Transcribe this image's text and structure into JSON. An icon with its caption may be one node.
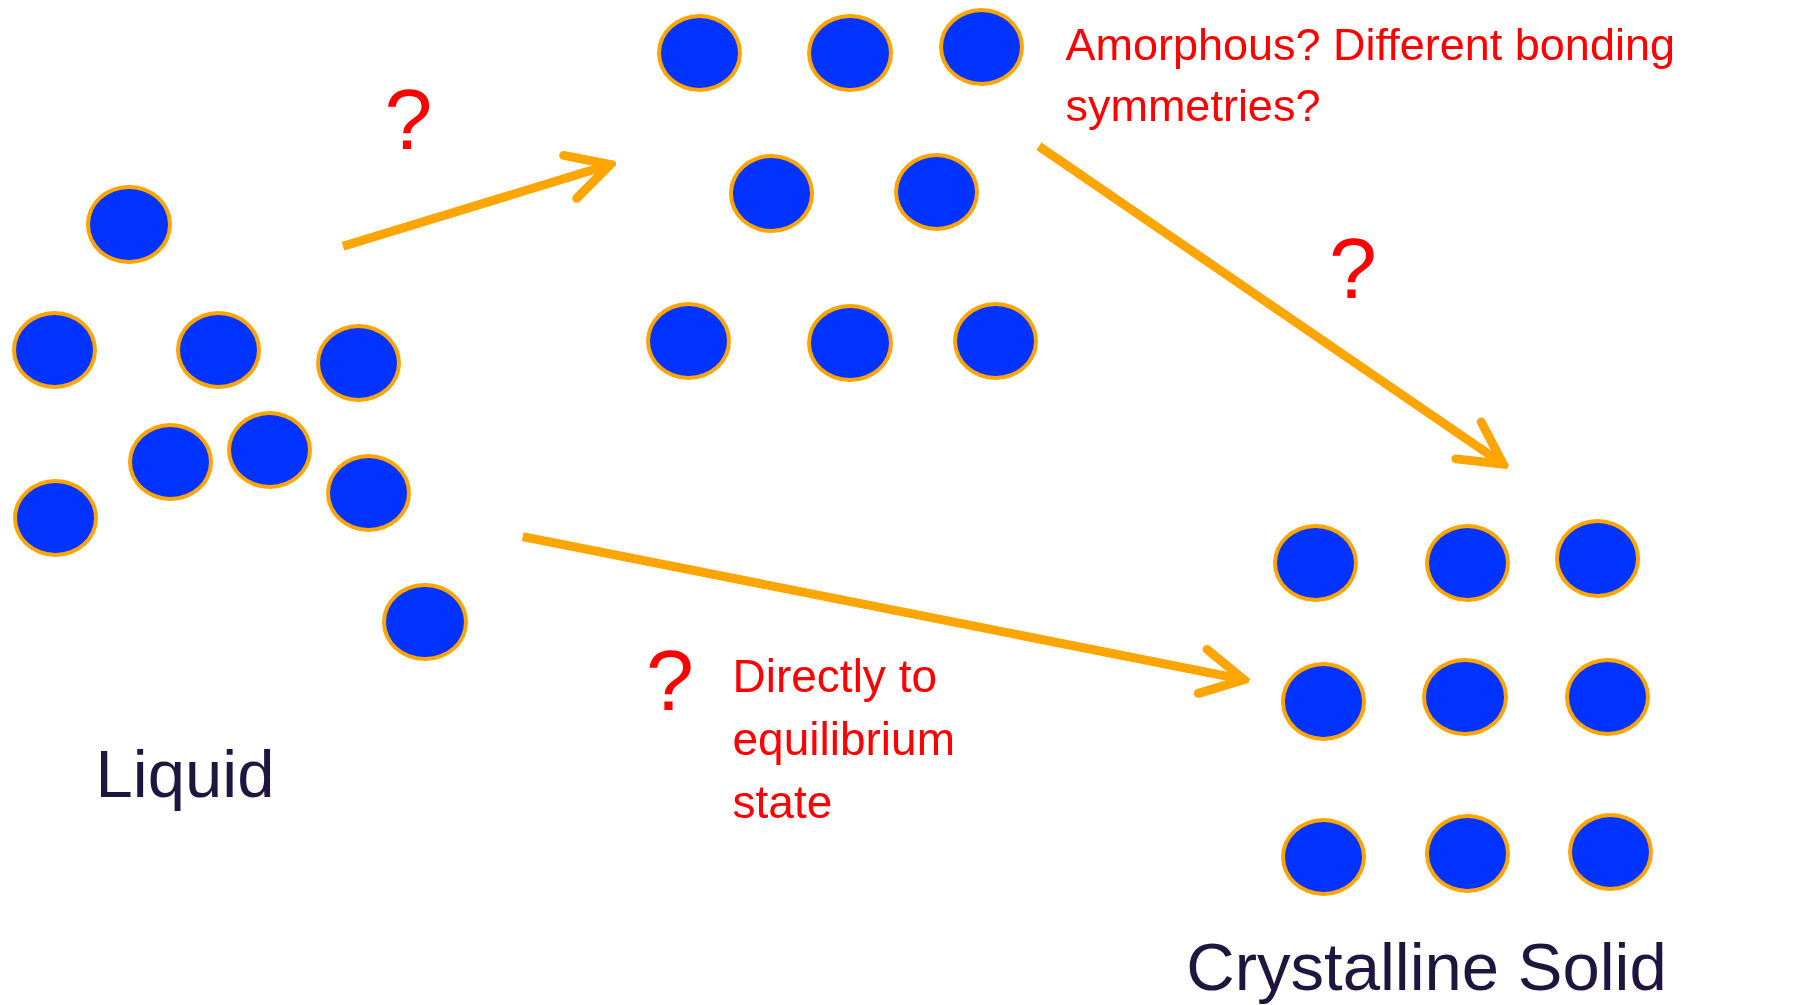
{
  "diagram": {
    "nodes": [
      {
        "text": [
          "Liquid"
        ]
      },
      {
        "text": [],
        "shape": "picture",
        "beside": [
          "Amorphous? Different bonding symmetries?"
        ]
      },
      {
        "text": [
          "Crystalline Solid"
        ]
      },
      {
        "text": [],
        "shape": "circle",
        "in": 0
      },
      {
        "text": [],
        "shape": "circle",
        "in": 0
      },
      {
        "text": [],
        "shape": "circle",
        "in": 0
      },
      {
        "text": [],
        "shape": "circle",
        "in": 0
      },
      {
        "text": [],
        "shape": "circle",
        "in": 0
      },
      {
        "text": [],
        "shape": "circle",
        "in": 0
      },
      {
        "text": [],
        "shape": "circle",
        "in": 0
      },
      {
        "text": [],
        "shape": "circle",
        "in": 0
      },
      {
        "text": [],
        "shape": "circle",
        "in": 0
      },
      {
        "text": [],
        "shape": "circle",
        "in": 1
      },
      {
        "text": [],
        "shape": "circle",
        "in": 1
      },
      {
        "text": [],
        "shape": "circle",
        "in": 1
      },
      {
        "text": [],
        "shape": "circle",
        "in": 1
      },
      {
        "text": [],
        "shape": "circle",
        "in": 1
      },
      {
        "text": [],
        "shape": "circle",
        "in": 1
      },
      {
        "text": [],
        "shape": "circle",
        "in": 1
      },
      {
        "text": [],
        "shape": "circle",
        "in": 1
      },
      {
        "text": [],
        "shape": "circle",
        "in": 2
      },
      {
        "text": [],
        "shape": "circle",
        "in": 2
      },
      {
        "text": [],
        "shape": "circle",
        "in": 2
      },
      {
        "text": [],
        "shape": "circle",
        "in": 2
      },
      {
        "text": [],
        "shape": "circle",
        "in": 2
      },
      {
        "text": [],
        "shape": "circle",
        "in": 2
      },
      {
        "text": [],
        "shape": "circle",
        "in": 2
      },
      {
        "text": [],
        "shape": "circle",
        "in": 2
      },
      {
        "text": [],
        "shape": "circle",
        "in": 2
      }
    ],
    "edges": [
      {
        "from": 0,
        "to": 1,
        "arrow": "to",
        "label": "?"
      },
      {
        "from": 1,
        "to": 2,
        "arrow": "to",
        "label": "?"
      },
      {
        "from": 0,
        "to": 2,
        "arrow": "to",
        "label": "?"
      }
    ],
    "labels": [
      "Directly to equilibrium state"
    ]
  }
}
